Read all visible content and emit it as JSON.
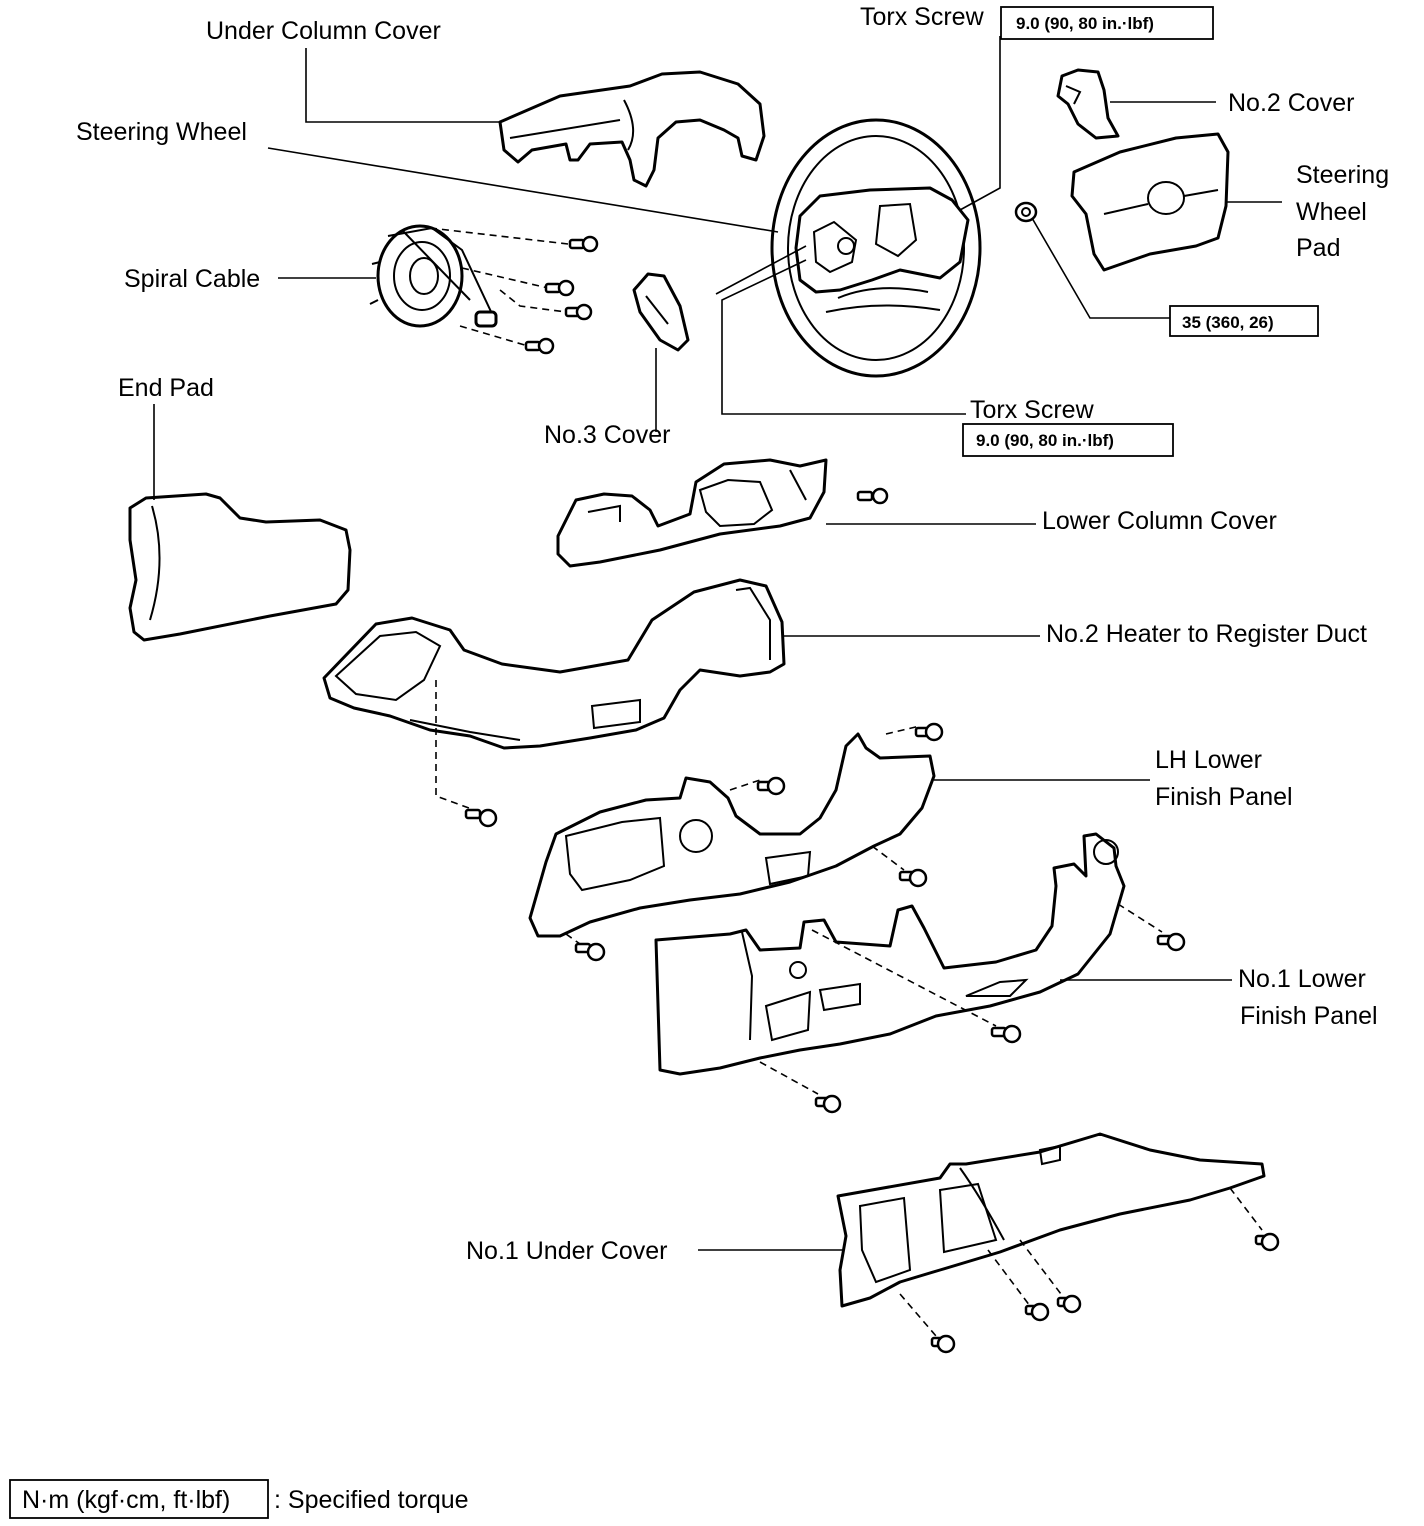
{
  "labels": {
    "under_column_cover": "Under Column Cover",
    "torx_screw_top": "Torx Screw",
    "torque_top": "9.0 (90, 80 in.·lbf)",
    "no2_cover": "No.2 Cover",
    "steering_wheel": "Steering Wheel",
    "steering_wheel_pad_1": "Steering",
    "steering_wheel_pad_2": "Wheel",
    "steering_wheel_pad_3": "Pad",
    "spiral_cable": "Spiral Cable",
    "torque_nut": "35 (360, 26)",
    "end_pad": "End Pad",
    "no3_cover": "No.3 Cover",
    "torx_screw_mid": "Torx Screw",
    "torque_mid": "9.0 (90, 80 in.·lbf)",
    "lower_column_cover": "Lower Column Cover",
    "no2_heater_duct": "No.2 Heater to Register Duct",
    "lh_lower_finish_1": "LH Lower",
    "lh_lower_finish_2": "Finish Panel",
    "no1_lower_finish_1": "No.1 Lower",
    "no1_lower_finish_2": "Finish Panel",
    "no1_under_cover": "No.1 Under Cover"
  },
  "legend": {
    "unit_box": "N·m (kgf·cm, ft·lbf)",
    "description": ": Specified torque"
  }
}
